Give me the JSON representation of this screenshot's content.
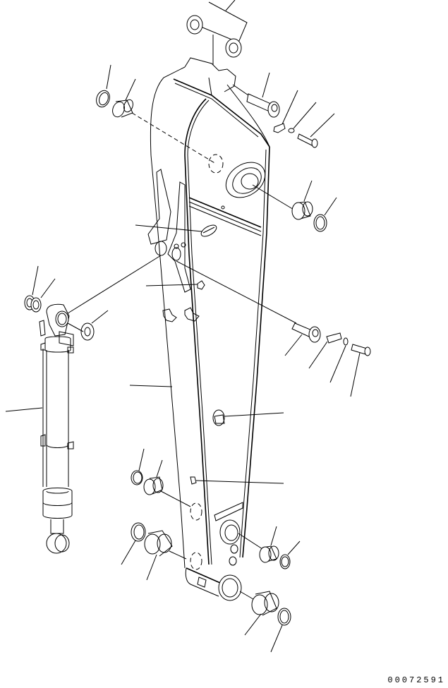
{
  "diagram": {
    "type": "exploded-parts-diagram",
    "subject": "excavator arm with arm cylinder, pins, bushings, seals and bolts",
    "style": {
      "line_color": "#000000",
      "background": "#ffffff"
    },
    "drawing_number": "00072591",
    "parts": [
      {
        "id": "arm-body",
        "label": ""
      },
      {
        "id": "arm-cylinder",
        "label": ""
      },
      {
        "id": "top-shims",
        "label": ""
      },
      {
        "id": "top-pin",
        "label": ""
      },
      {
        "id": "top-pin-plate",
        "label": ""
      },
      {
        "id": "top-washer",
        "label": ""
      },
      {
        "id": "top-bolt",
        "label": ""
      },
      {
        "id": "upper-left-seal",
        "label": ""
      },
      {
        "id": "upper-left-bushing",
        "label": ""
      },
      {
        "id": "upper-right-bushing",
        "label": ""
      },
      {
        "id": "upper-right-seal",
        "label": ""
      },
      {
        "id": "grease-fitting-plate",
        "label": ""
      },
      {
        "id": "bracket-clamp",
        "label": ""
      },
      {
        "id": "cylinder-pin",
        "label": ""
      },
      {
        "id": "cylinder-pin-plate",
        "label": ""
      },
      {
        "id": "cylinder-pin-washer",
        "label": ""
      },
      {
        "id": "cylinder-pin-bolt",
        "label": ""
      },
      {
        "id": "cylinder-shims",
        "label": ""
      },
      {
        "id": "cylinder-washer",
        "label": ""
      },
      {
        "id": "mid-plug",
        "label": ""
      },
      {
        "id": "grease-fitting",
        "label": ""
      },
      {
        "id": "lower-left-seal-1",
        "label": ""
      },
      {
        "id": "lower-left-bushing-1",
        "label": ""
      },
      {
        "id": "lower-left-seal-2",
        "label": ""
      },
      {
        "id": "lower-left-bushing-2",
        "label": ""
      },
      {
        "id": "lower-right-bushing-1",
        "label": ""
      },
      {
        "id": "lower-right-seal-1",
        "label": ""
      },
      {
        "id": "lower-right-bushing-2",
        "label": ""
      },
      {
        "id": "lower-right-seal-2",
        "label": ""
      }
    ]
  }
}
